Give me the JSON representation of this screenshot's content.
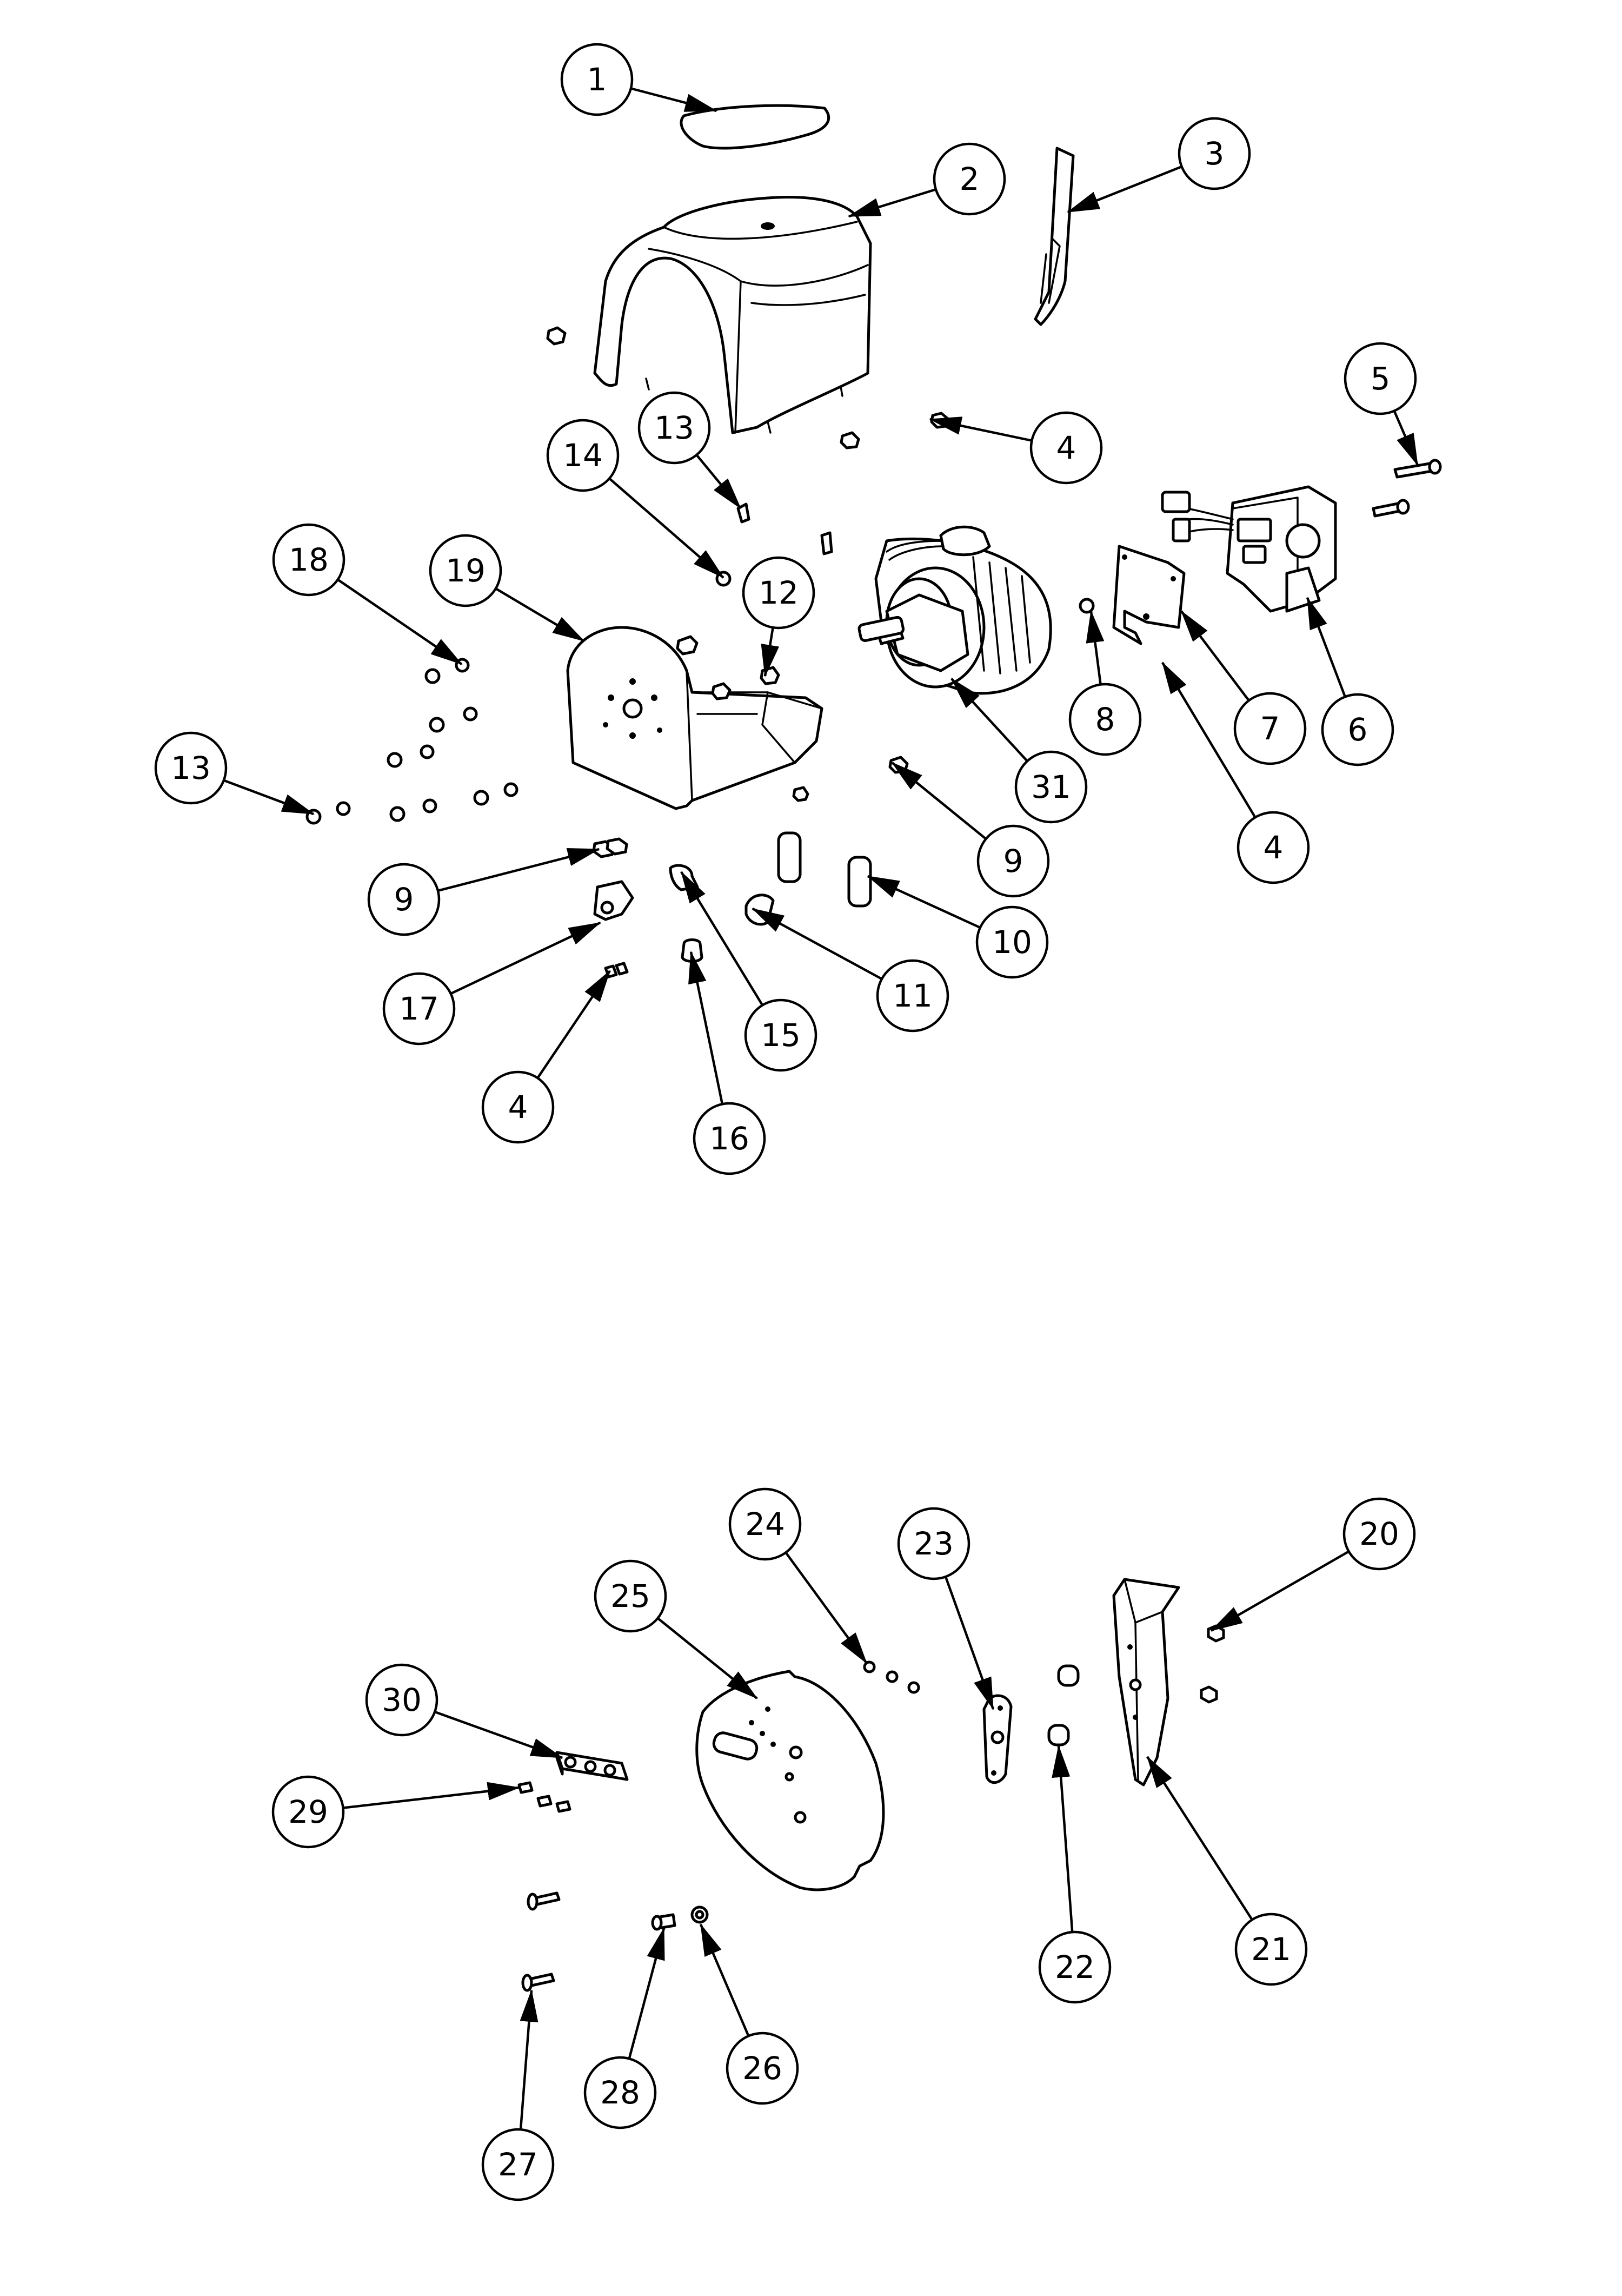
{
  "diagram": {
    "type": "exploded-parts-diagram",
    "colors": {
      "line": "#000000",
      "background": "#ffffff"
    },
    "callouts": [
      {
        "id": "c1",
        "label": "1"
      },
      {
        "id": "c2",
        "label": "2"
      },
      {
        "id": "c3",
        "label": "3"
      },
      {
        "id": "c4a",
        "label": "4"
      },
      {
        "id": "c5",
        "label": "5"
      },
      {
        "id": "c13a",
        "label": "13"
      },
      {
        "id": "c14",
        "label": "14"
      },
      {
        "id": "c18",
        "label": "18"
      },
      {
        "id": "c19",
        "label": "19"
      },
      {
        "id": "c12",
        "label": "12"
      },
      {
        "id": "c8",
        "label": "8"
      },
      {
        "id": "c7",
        "label": "7"
      },
      {
        "id": "c6",
        "label": "6"
      },
      {
        "id": "c31",
        "label": "31"
      },
      {
        "id": "c4b",
        "label": "4"
      },
      {
        "id": "c13b",
        "label": "13"
      },
      {
        "id": "c9a",
        "label": "9"
      },
      {
        "id": "c9b",
        "label": "9"
      },
      {
        "id": "c10",
        "label": "10"
      },
      {
        "id": "c11",
        "label": "11"
      },
      {
        "id": "c15",
        "label": "15"
      },
      {
        "id": "c17",
        "label": "17"
      },
      {
        "id": "c4c",
        "label": "4"
      },
      {
        "id": "c16",
        "label": "16"
      },
      {
        "id": "c24",
        "label": "24"
      },
      {
        "id": "c23",
        "label": "23"
      },
      {
        "id": "c20",
        "label": "20"
      },
      {
        "id": "c25",
        "label": "25"
      },
      {
        "id": "c30",
        "label": "30"
      },
      {
        "id": "c29",
        "label": "29"
      },
      {
        "id": "c22",
        "label": "22"
      },
      {
        "id": "c21",
        "label": "21"
      },
      {
        "id": "c28",
        "label": "28"
      },
      {
        "id": "c26",
        "label": "26"
      },
      {
        "id": "c27",
        "label": "27"
      }
    ]
  }
}
